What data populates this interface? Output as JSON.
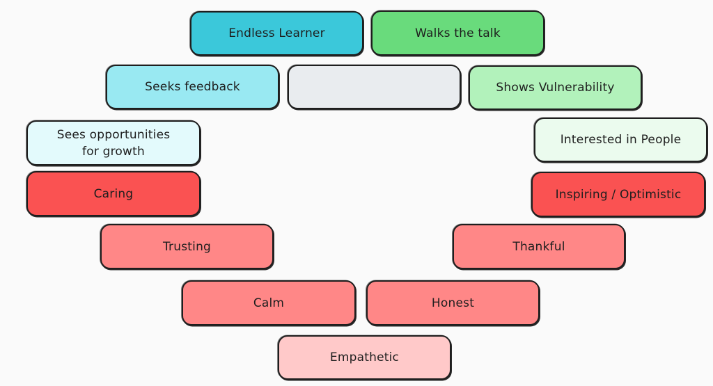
{
  "diagram": {
    "background": "#fafafa",
    "stroke": "#1e1e1e",
    "nodes": [
      {
        "id": "endless",
        "label": "Endless Learner",
        "fill": "#3bc8da"
      },
      {
        "id": "walks",
        "label": "Walks the talk",
        "fill": "#69db7c"
      },
      {
        "id": "seeks",
        "label": "Seeks feedback",
        "fill": "#99e9f2"
      },
      {
        "id": "center",
        "label": "",
        "fill": "#e9ecef"
      },
      {
        "id": "shows",
        "label": "Shows Vulnerability",
        "fill": "#b2f2bb"
      },
      {
        "id": "sees",
        "label": "Sees opportunities\nfor growth",
        "fill": "#e3fafc"
      },
      {
        "id": "interest",
        "label": "Interested in People",
        "fill": "#ebfbee"
      },
      {
        "id": "caring",
        "label": "Caring",
        "fill": "#fa5252"
      },
      {
        "id": "inspiring",
        "label": "Inspiring / Optimistic",
        "fill": "#fa5252"
      },
      {
        "id": "trusting",
        "label": "Trusting",
        "fill": "#ff8787"
      },
      {
        "id": "thankful",
        "label": "Thankful",
        "fill": "#ff8787"
      },
      {
        "id": "calm",
        "label": "Calm",
        "fill": "#ff8787"
      },
      {
        "id": "honest",
        "label": "Honest",
        "fill": "#ff8787"
      },
      {
        "id": "empathetic",
        "label": "Empathetic",
        "fill": "#ffc9c9"
      }
    ]
  }
}
